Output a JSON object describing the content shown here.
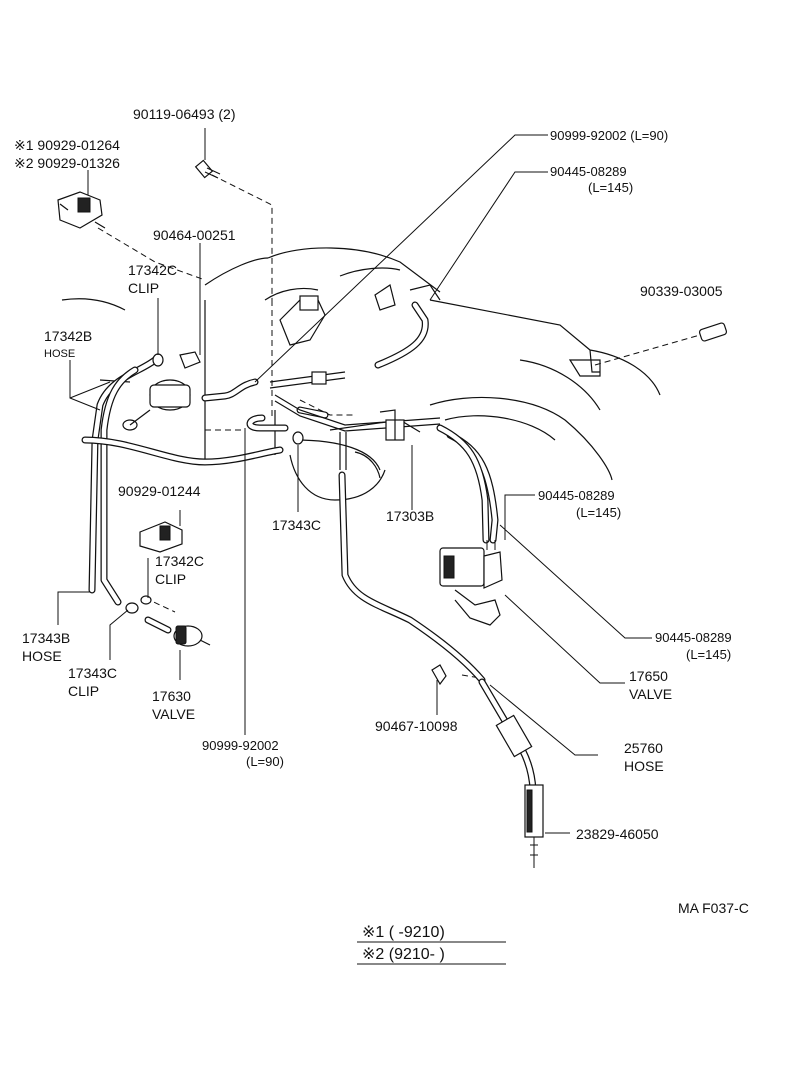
{
  "labels": {
    "bolt": "90119-06493 (2)",
    "ref1": "※1 90929-01264",
    "ref2": "※2 90929-01326",
    "hose_l90_top": "90999-92002 (L=90)",
    "hose_l145_top": "90445-08289",
    "hose_l145_top_len": "(L=145)",
    "plug": "90339-03005",
    "clip_00251": "90464-00251",
    "clip_17342c_top": "17342C",
    "clip_17342c_top_sub": "CLIP",
    "hose_17342b": "17342B",
    "hose_17342b_sub": "HOSE",
    "vsv_01244": "90929-01244",
    "clip_17342c_mid": "17342C",
    "clip_17342c_mid_sub": "CLIP",
    "clip_17343c_mid": "17343C",
    "pipe_17303b": "17303B",
    "hose_l145_mid": "90445-08289",
    "hose_l145_mid_len": "(L=145)",
    "hose_l145_low": "90445-08289",
    "hose_l145_low_len": "(L=145)",
    "valve_17650": "17650",
    "valve_17650_sub": "VALVE",
    "hose_17343b": "17343B",
    "hose_17343b_sub": "HOSE",
    "clip_17343c_low": "17343C",
    "clip_17343c_low_sub": "CLIP",
    "valve_17630": "17630",
    "valve_17630_sub": "VALVE",
    "hose_l90_low": "90999-92002",
    "hose_l90_low_len": "(L=90)",
    "clip_10098": "90467-10098",
    "hose_25760": "25760",
    "hose_25760_sub": "HOSE",
    "hose_46050": "23829-46050",
    "fig_code": "MA F037-C"
  },
  "notes": {
    "note1": "※1 (        -9210)",
    "note2": "※2 (9210-          )"
  }
}
